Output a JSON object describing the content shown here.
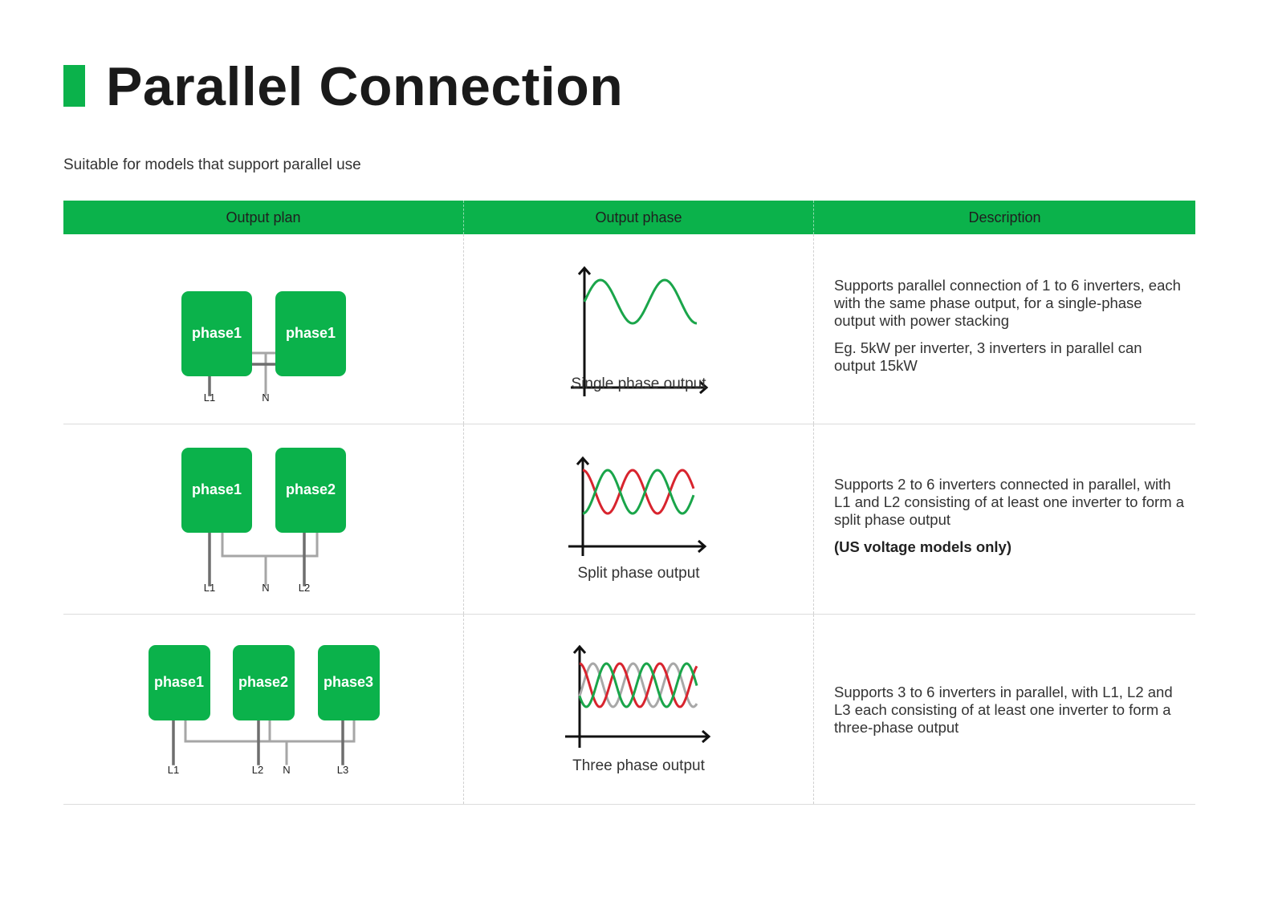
{
  "page": {
    "title": "Parallel Connection",
    "subtitle": "Suitable for models that support parallel use"
  },
  "colors": {
    "accent_green": "#0bb24b",
    "wave_green": "#1aa54a",
    "wave_red": "#d8242e",
    "wave_gray": "#a8a8a8",
    "wire_dark": "#6e6e6e",
    "wire_light": "#a6a6a6"
  },
  "table": {
    "headers": [
      "Output plan",
      "Output phase",
      "Description"
    ],
    "rows": [
      {
        "boxes": [
          "phase1",
          "phase1"
        ],
        "wires": [
          "L1",
          "N"
        ],
        "phase_caption": "Single phase output",
        "description": [
          "Supports parallel connection of 1 to 6 inverters, each with the same phase output, for a single-phase output with power stacking",
          "Eg. 5kW per inverter, 3 inverters in parallel can output 15kW"
        ]
      },
      {
        "boxes": [
          "phase1",
          "phase2"
        ],
        "wires": [
          "L1",
          "N",
          "L2"
        ],
        "phase_caption": "Split phase output",
        "description": [
          "Supports 2 to 6 inverters connected in parallel, with L1 and L2 consisting of at least one inverter to form a split phase output",
          "(US voltage models only)"
        ]
      },
      {
        "boxes": [
          "phase1",
          "phase2",
          "phase3"
        ],
        "wires": [
          "L1",
          "L2",
          "N",
          "L3"
        ],
        "phase_caption": "Three phase output",
        "description": [
          "Supports 3 to 6 inverters in parallel, with L1, L2 and L3 each consisting of at least one inverter to form a three-phase output"
        ]
      }
    ]
  }
}
